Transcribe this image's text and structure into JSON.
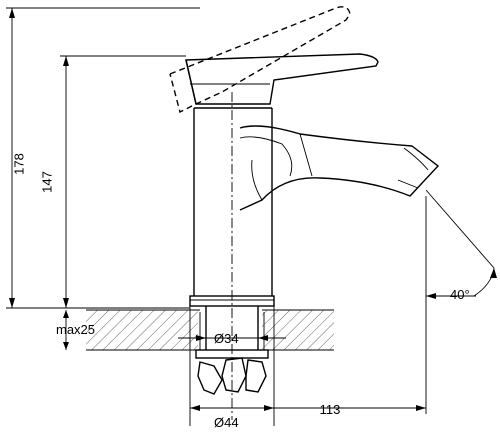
{
  "dimensions": {
    "total_height": "178",
    "spout_height": "147",
    "max_deck_thickness": "max25",
    "hole_diameter": "Ø34",
    "base_diameter": "Ø44",
    "reach": "113",
    "aerator_angle": "40°"
  }
}
